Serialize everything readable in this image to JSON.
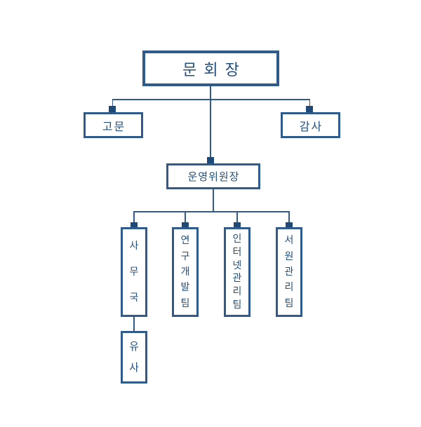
{
  "diagram": {
    "type": "org-chart",
    "language": "ko",
    "nodes": {
      "chairman": {
        "label": "문회장"
      },
      "advisor": {
        "label": "고문"
      },
      "auditor": {
        "label": "감사"
      },
      "steering_chairman": {
        "label": "운영위원장"
      },
      "secretariat": {
        "label": "사무국",
        "orientation": "vertical"
      },
      "rnd_team": {
        "label": "연구개발팀",
        "orientation": "vertical"
      },
      "internet_mgmt_team": {
        "label": "인터넷관리팀",
        "orientation": "vertical"
      },
      "seowon_mgmt_team": {
        "label": "서원관리팀",
        "orientation": "vertical"
      },
      "yusa": {
        "label": "유사",
        "orientation": "vertical"
      }
    },
    "hierarchy": [
      {
        "parent": "문회장",
        "children": [
          "고문",
          "감사",
          "운영위원장"
        ]
      },
      {
        "parent": "운영위원장",
        "children": [
          "사무국",
          "연구개발팀",
          "인터넷관리팀",
          "서원관리팀"
        ]
      },
      {
        "parent": "사무국",
        "children": [
          "유사"
        ]
      }
    ],
    "colors": {
      "box_border": "#2e5a8c",
      "connector_line": "#2e5a8c",
      "connector_square": "#1f4977",
      "text": "#244f7d",
      "background": "#ffffff"
    }
  }
}
